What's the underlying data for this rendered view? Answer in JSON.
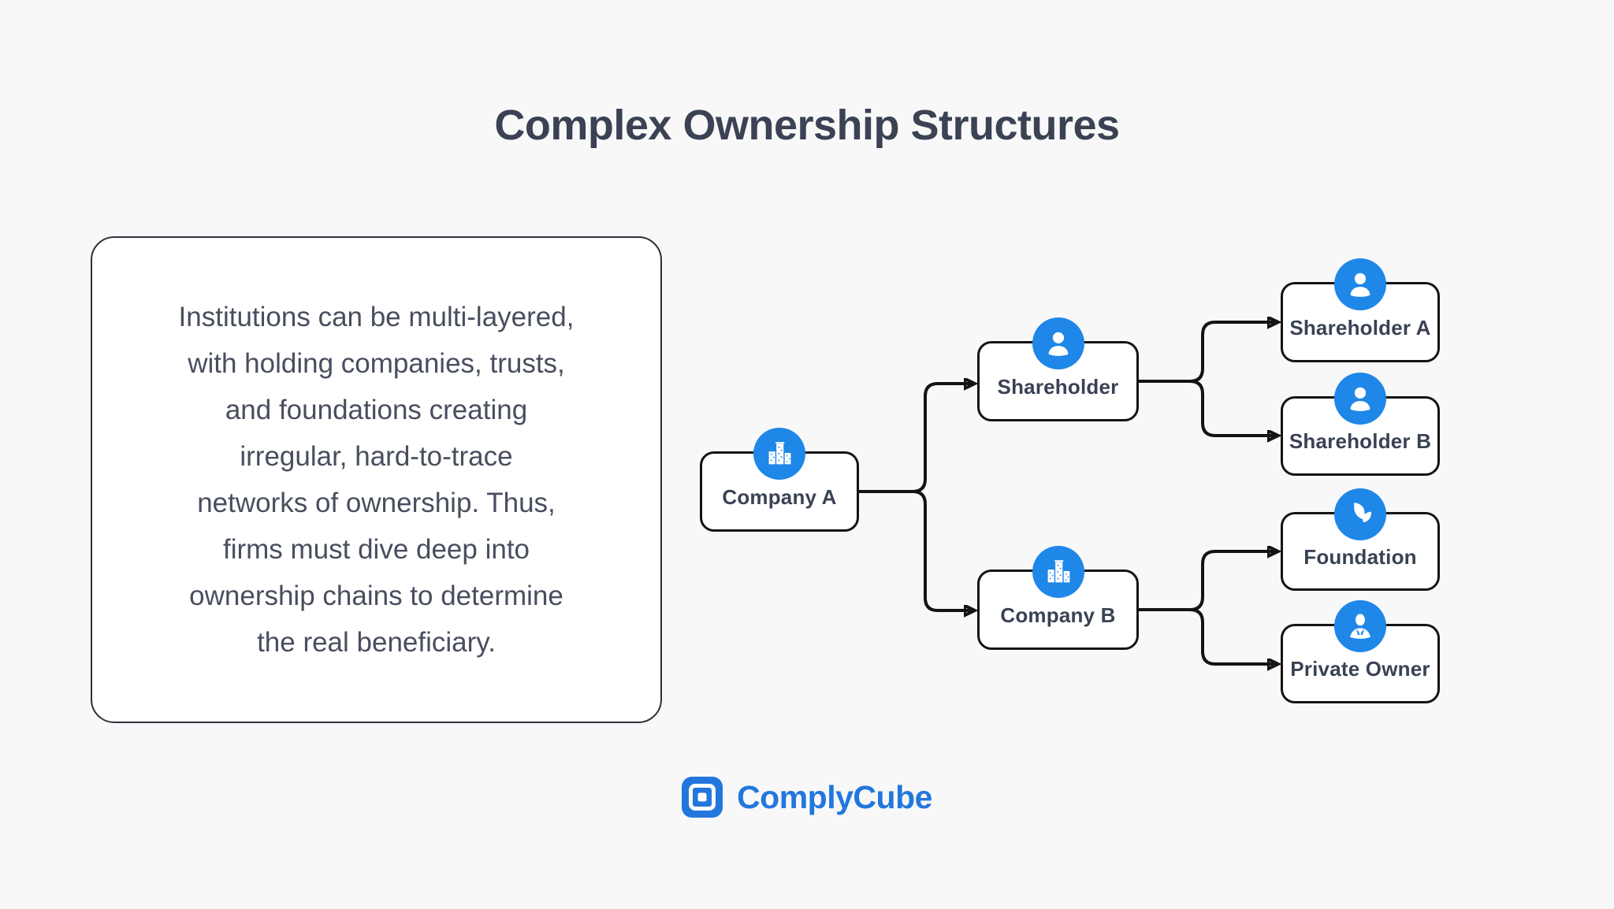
{
  "page": {
    "title": "Complex Ownership Structures"
  },
  "description_box": {
    "lines": [
      "Institutions can be multi-layered,",
      "with holding companies, trusts,",
      "and foundations creating",
      "irregular, hard-to-trace",
      "networks of ownership. Thus,",
      "firms must dive deep into",
      "ownership chains to determine",
      "the real beneficiary."
    ]
  },
  "diagram": {
    "nodes": [
      {
        "id": "company-a",
        "label": "Company A",
        "icon": "buildings-icon"
      },
      {
        "id": "shareholder",
        "label": "Shareholder",
        "icon": "person-icon"
      },
      {
        "id": "company-b",
        "label": "Company B",
        "icon": "buildings-icon"
      },
      {
        "id": "shareholder-a",
        "label": "Shareholder A",
        "icon": "person-icon"
      },
      {
        "id": "shareholder-b",
        "label": "Shareholder B",
        "icon": "person-icon"
      },
      {
        "id": "foundation",
        "label": "Foundation",
        "icon": "leaf-icon"
      },
      {
        "id": "private-owner",
        "label": "Private Owner",
        "icon": "businessperson-icon"
      }
    ],
    "edges": [
      {
        "from": "Company A",
        "to": "Shareholder"
      },
      {
        "from": "Company A",
        "to": "Company B"
      },
      {
        "from": "Shareholder",
        "to": "Shareholder A"
      },
      {
        "from": "Shareholder",
        "to": "Shareholder B"
      },
      {
        "from": "Company B",
        "to": "Foundation"
      },
      {
        "from": "Company B",
        "to": "Private Owner"
      }
    ]
  },
  "footer": {
    "brand_name": "ComplyCube"
  },
  "colors": {
    "page_background": "#f8f8f8",
    "icon_blue": "#1e87e8",
    "logo_blue": "#2277dd",
    "line_black": "#141414",
    "text_dark": "#3a4254",
    "body_text": "#484e5e"
  }
}
